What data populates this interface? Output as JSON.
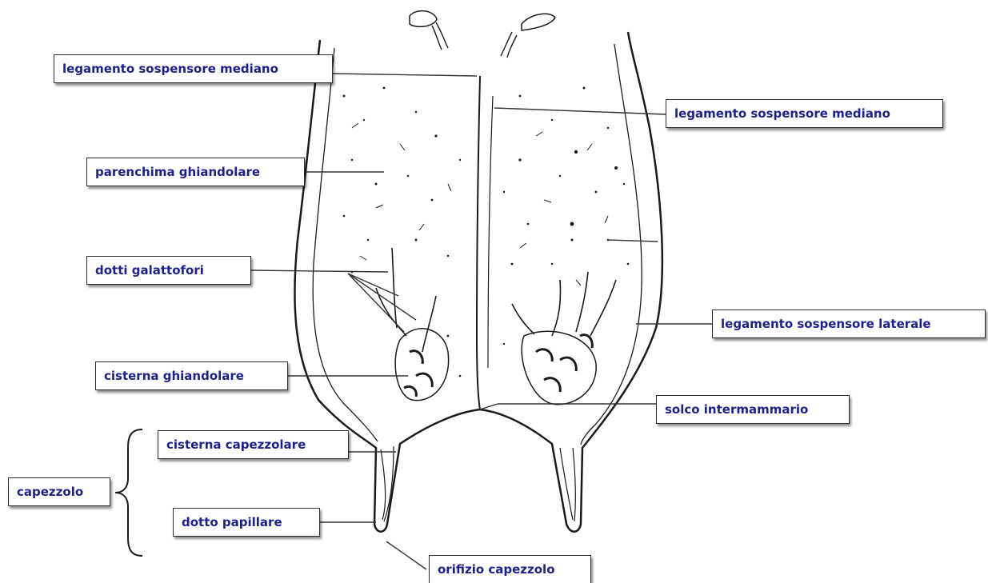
{
  "colors": {
    "label_text": "#1e1e8c",
    "label_border": "#2b2b3a",
    "ink": "#1a1a1a",
    "leader": "#333333"
  },
  "labels": {
    "ligament_median_left": "legamento sospensore mediano",
    "ligament_median_right": "legamento sospensore mediano",
    "glandular_parenchyma": "parenchima ghiandolare",
    "lactiferous_ducts": "dotti galattofori",
    "ligament_lateral": "legamento sospensore laterale",
    "gland_cistern": "cisterna ghiandolare",
    "intermammary_groove": "solco intermammario",
    "teat_cistern": "cisterna capezzolare",
    "teat": "capezzolo",
    "papillary_duct": "dotto papillare",
    "teat_orifice": "orifizio capezzolo"
  }
}
